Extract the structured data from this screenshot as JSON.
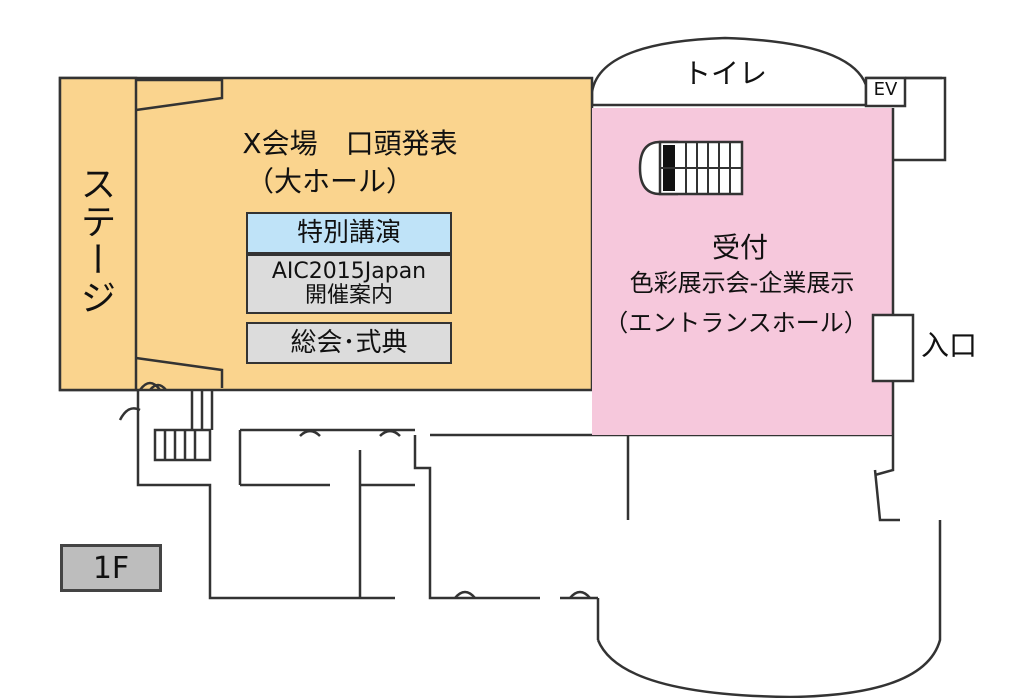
{
  "floor": "1F",
  "rooms": {
    "stage": "ステージ",
    "hall_x_title": "X会場　口頭発表",
    "hall_x_sub": "（大ホール）",
    "special_lecture": "特別講演",
    "opening_line1": "AIC2015Japan",
    "opening_line2": "開催案内",
    "general_meeting": "総会･式典",
    "toilet": "トイレ",
    "elevator": "EV",
    "reception": "受付",
    "exhibition": "色彩展示会-企業展示",
    "entrance_hall": "（エントランスホール）",
    "entrance": "入口"
  },
  "colors": {
    "hall_fill": "#fad48e",
    "entrance_fill": "#f6c8dc",
    "special_fill": "#bfe3f8",
    "gray_fill": "#dcdcdc",
    "floor_badge_fill": "#bdbdbd",
    "wall": "#333333"
  }
}
